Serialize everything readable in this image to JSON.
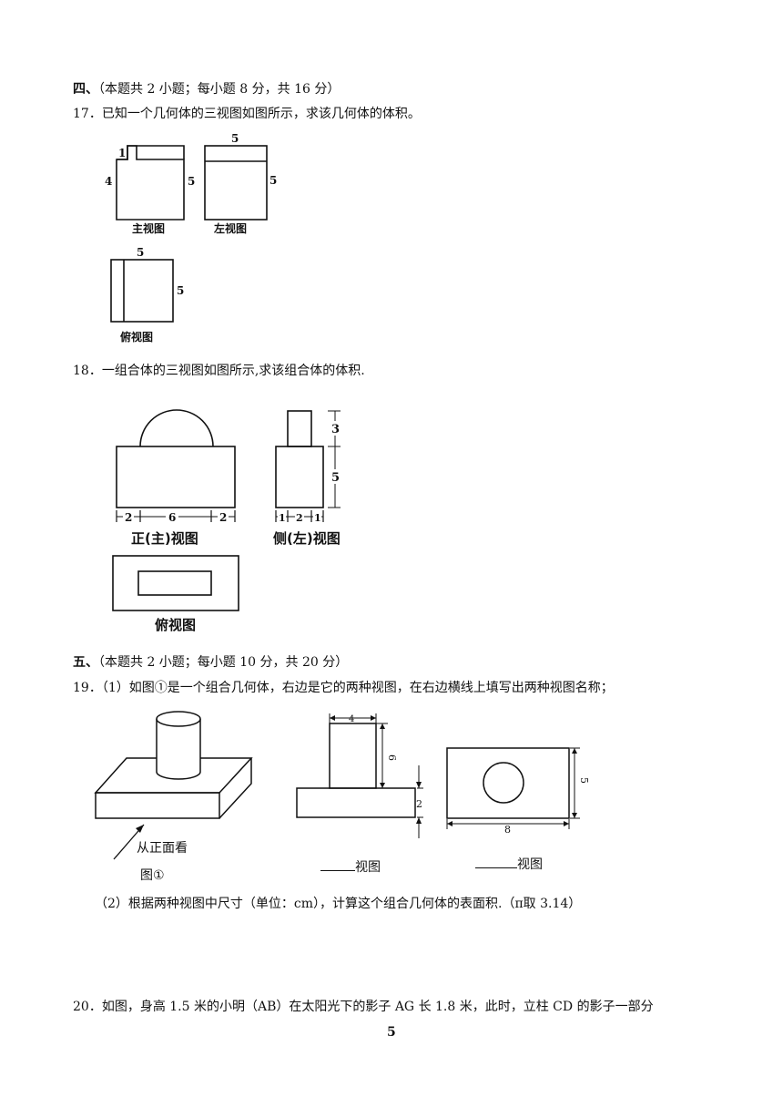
{
  "section4": {
    "heading_prefix": "四、",
    "heading_note": "（本题共 2 小题；每小题 8 分，共 16 分）"
  },
  "q17": {
    "text": "17．已知一个几何体的三视图如图所示，求该几何体的体积。",
    "front": {
      "caption": "主视图",
      "dim_notch": "1",
      "dim_left": "4",
      "dim_right": "5"
    },
    "left": {
      "caption": "左视图",
      "dim_top": "5",
      "dim_right": "5"
    },
    "top": {
      "caption": "俯视图",
      "dim_top": "5",
      "dim_right": "5"
    }
  },
  "q18": {
    "text": "18．一组合体的三视图如图所示,求该组合体的体积.",
    "front": {
      "caption": "正(主)视图",
      "dims": [
        "2",
        "6",
        "2"
      ]
    },
    "side": {
      "caption": "侧(左)视图",
      "dims_bottom": [
        "1",
        "2",
        "1"
      ],
      "dims_right": [
        "3",
        "5"
      ]
    },
    "top": {
      "caption": "俯视图"
    }
  },
  "section5": {
    "heading_prefix": "五、",
    "heading_note": "（本题共 2 小题；每小题 10 分，共 20 分）"
  },
  "q19": {
    "part1": "19．（1）如图①是一个组合几何体，右边是它的两种视图，在右边横线上填写出两种视图名称；",
    "fig1_arrow_label": "从正面看",
    "fig1_label": "图①",
    "view1": {
      "dim_top": "4",
      "dim_right_upper": "6",
      "dim_right_lower": "2",
      "blank_suffix": "视图"
    },
    "view2": {
      "dim_right": "5",
      "dim_bottom": "8",
      "blank_suffix": "视图"
    },
    "part2": "（2）根据两种视图中尺寸（单位：cm），计算这个组合几何体的表面积.（π取 3.14）"
  },
  "q20": {
    "text": "20．如图，身高 1.5 米的小明（AB）在太阳光下的影子 AG 长 1.8 米，此时，立柱 CD 的影子一部分"
  },
  "page_number": "5"
}
